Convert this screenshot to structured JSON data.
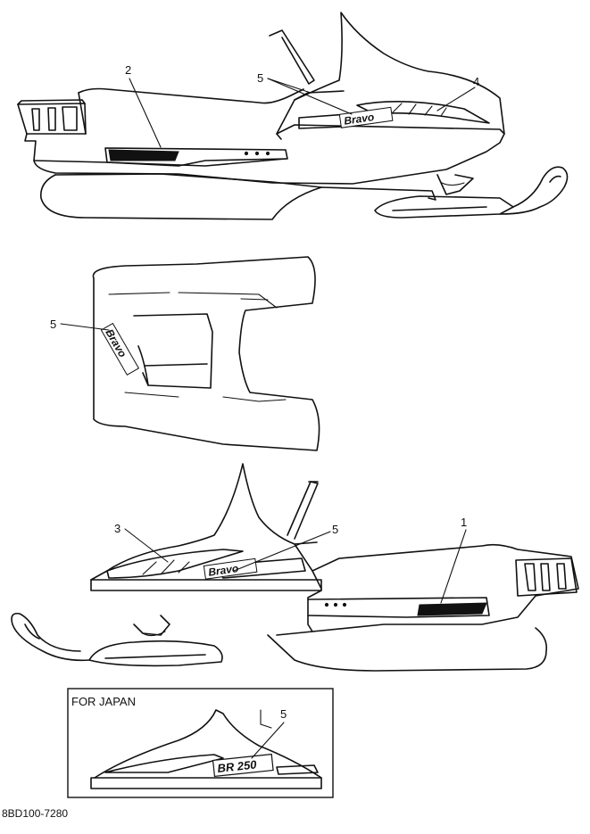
{
  "callouts": {
    "top_2": "2",
    "top_5": "5",
    "top_4": "4",
    "cowl_5": "5",
    "bottom_3": "3",
    "bottom_5": "5",
    "bottom_1": "1",
    "japan_5": "5"
  },
  "logo_text": {
    "bravo": "Bravo",
    "br250": "BR 250"
  },
  "inset": {
    "title": "FOR JAPAN"
  },
  "drawing_code": "8BD100-7280"
}
